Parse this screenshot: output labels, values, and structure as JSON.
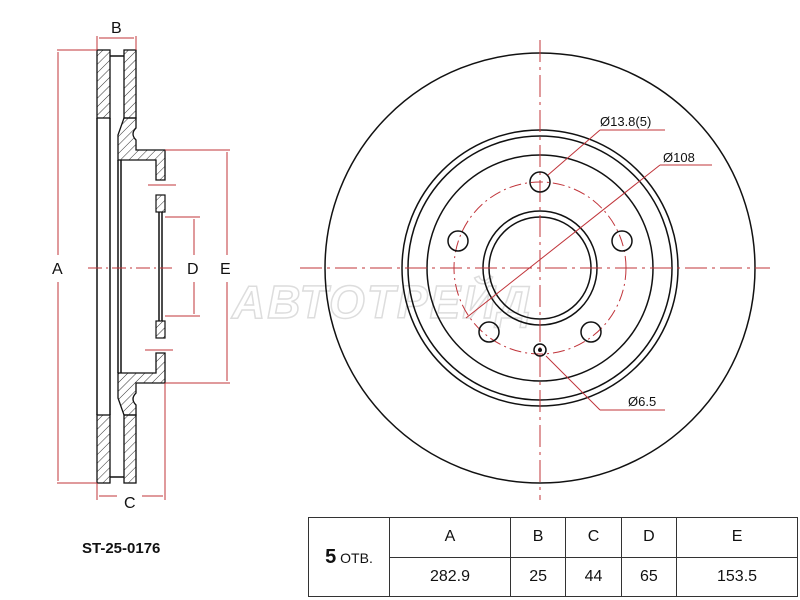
{
  "part_number": "ST-25-0176",
  "watermark": "АВТОТРЕЙД",
  "side_view_labels": {
    "a": "A",
    "b": "B",
    "c": "C",
    "d": "D",
    "e": "E"
  },
  "front_view_labels": {
    "hole_dia": "Ø13.8(5)",
    "pcd": "Ø108",
    "small_hole": "Ø6.5"
  },
  "table": {
    "holes_count": "5",
    "holes_unit": "ОТВ.",
    "headers": [
      "A",
      "B",
      "C",
      "D",
      "E"
    ],
    "values": [
      "282.9",
      "25",
      "44",
      "65",
      "153.5"
    ]
  },
  "colors": {
    "dimension": "#c0343a",
    "outline": "#111111"
  }
}
